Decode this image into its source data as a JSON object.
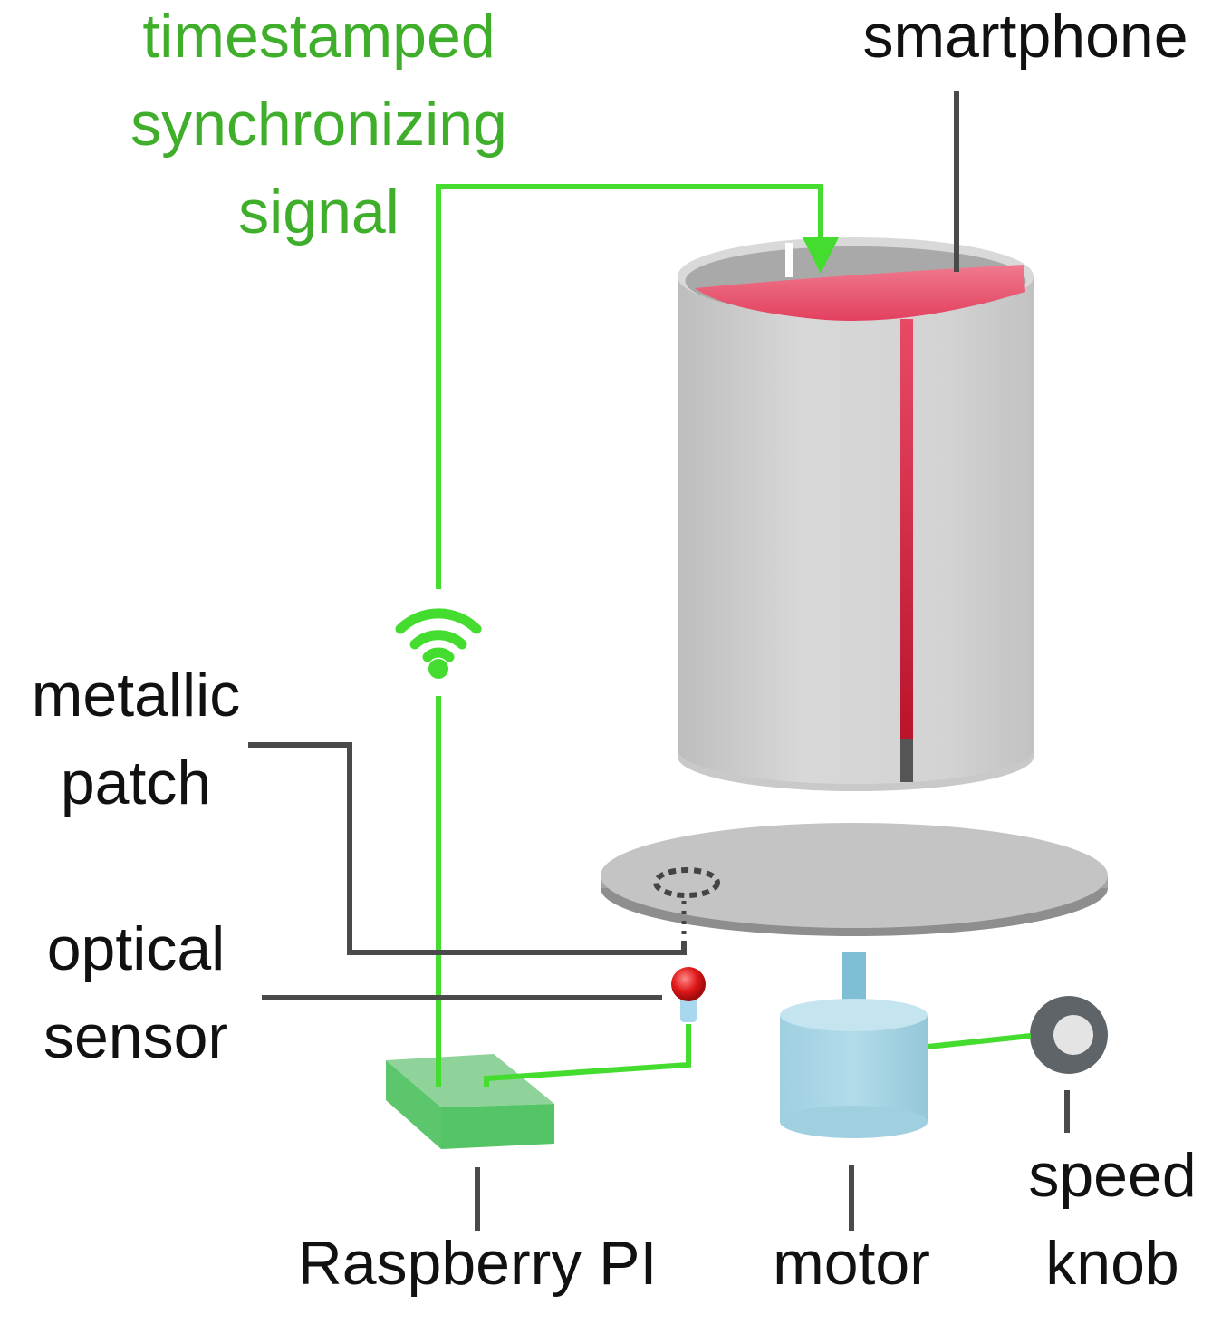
{
  "labels": {
    "signal_line1": "timestamped",
    "signal_line2": "synchronizing",
    "signal_line3": "signal",
    "smartphone": "smartphone",
    "metallic_line1": "metallic",
    "metallic_line2": "patch",
    "optical_line1": "optical",
    "optical_line2": "sensor",
    "raspberry_pi": "Raspberry PI",
    "motor": "motor",
    "speed_line1": "speed",
    "speed_line2": "knob"
  },
  "colors": {
    "signal_green": "#3fae2a",
    "wire_green": "#44dd2f",
    "leader_gray": "#4a4a4a",
    "cylinder_gray": "#d2d2d2",
    "smartphone_red": "#e8405e",
    "motor_blue": "#a8d4e4",
    "raspberry_green": "#5cc66c"
  },
  "icons": {
    "wireless": "wifi-icon",
    "sensor": "red-led-icon"
  }
}
